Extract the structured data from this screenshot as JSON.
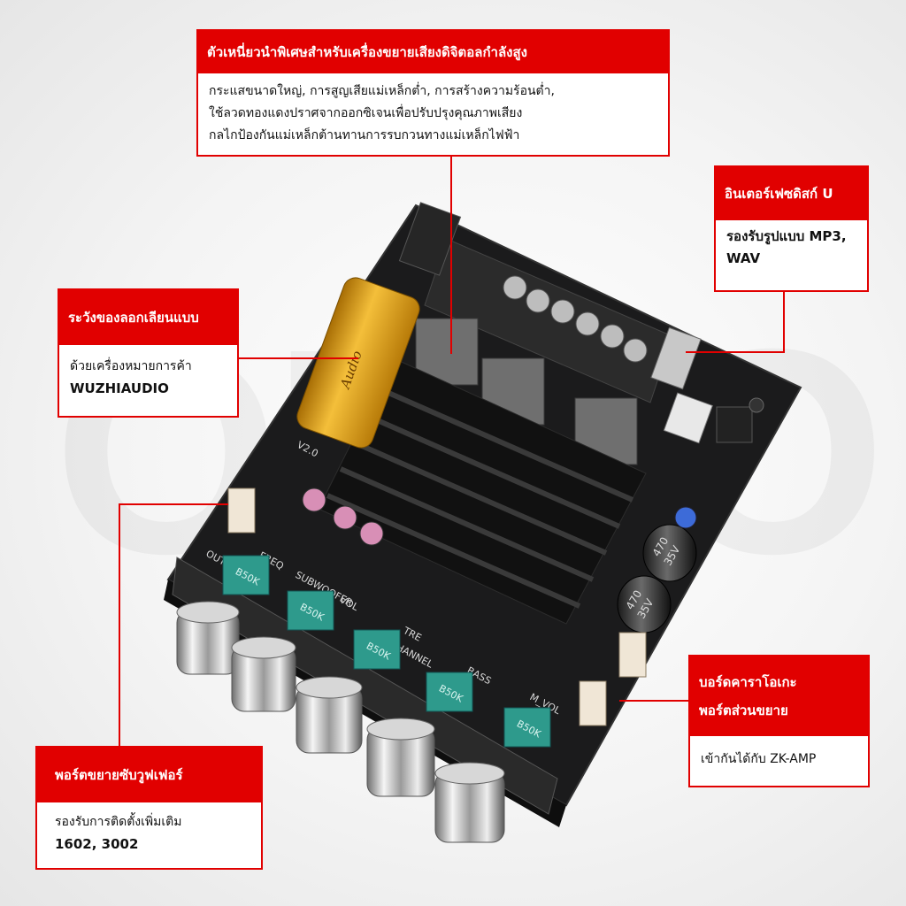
{
  "watermark": "ONEO",
  "callouts": {
    "top": {
      "title": "ตัวเหนี่ยวนำพิเศษสำหรับเครื่องขยายเสียงดิจิตอลกำลังสูง",
      "lines": [
        "กระแสขนาดใหญ่, การสูญเสียแม่เหล็กต่ำ, การสร้างความร้อนต่ำ,",
        "ใช้ลวดทองแดงปราศจากออกซิเจนเพื่อปรับปรุงคุณภาพเสียง",
        "กลไกป้องกันแม่เหล็กต้านทานการรบกวนทางแม่เหล็กไฟฟ้า"
      ]
    },
    "usb": {
      "title": "อินเตอร์เฟซดิสก์ U",
      "lines": [
        "รองรับรูปแบบ MP3,",
        "WAV"
      ]
    },
    "capacitor": {
      "title": "ระวังของลอกเลียนแบบ",
      "lines": [
        "ด้วยเครื่องหมายการค้า"
      ],
      "brand": "WUZHIAUDIO"
    },
    "karaoke": {
      "title_lines": [
        "บอร์ดคาราโอเกะ",
        "พอร์ตส่วนขยาย"
      ],
      "lines": [
        "เข้ากันได้กับ ZK-AMP"
      ]
    },
    "subwoofer": {
      "title": "พอร์ตขยายซับวูฟเฟอร์",
      "lines": [
        "รองรับการติดตั้งเพิ่มเติม"
      ],
      "models": "1602, 3002"
    }
  },
  "board": {
    "labels": [
      "FREQ",
      "SUBWOOFER",
      "VOL",
      "TRE",
      "CHANNEL",
      "BASS",
      "M_VOL",
      "V2.0",
      "OUT"
    ],
    "pot_labels": [
      "B50K",
      "B50K",
      "B50K",
      "B50K",
      "B50K"
    ],
    "cap_labels": [
      "470",
      "35V",
      "470",
      "35V"
    ],
    "colors": {
      "accent": "#e10000",
      "pcb": "#1b1b1c",
      "pot": "#2e9a8c",
      "cap": "#e0a31c"
    }
  }
}
